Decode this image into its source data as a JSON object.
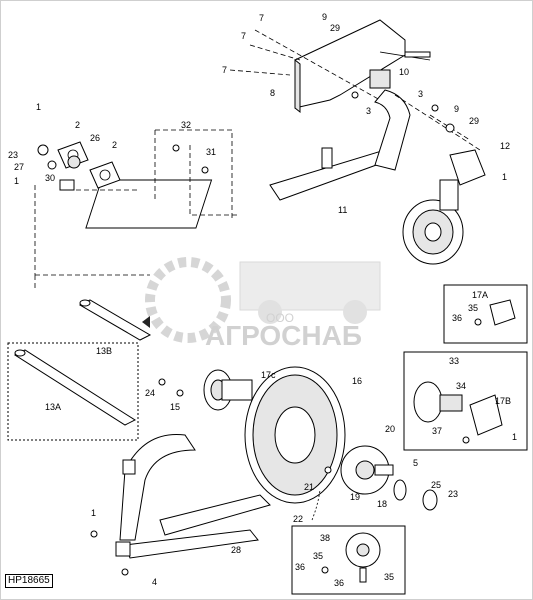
{
  "drawing_code": "HP18665",
  "watermark": {
    "ooo": "ООО",
    "brand": "АГРОСНАБ"
  },
  "callouts": {
    "c1a": "1",
    "c2a": "2",
    "c2b": "2",
    "c23a": "23",
    "c27": "27",
    "c26": "26",
    "c1b": "1",
    "c30": "30",
    "c32": "32",
    "c31": "31",
    "c7a": "7",
    "c7b": "7",
    "c7c": "7",
    "c9a": "9",
    "c29a": "29",
    "c8": "8",
    "c10": "10",
    "c3a": "3",
    "c3b": "3",
    "c9b": "9",
    "c29b": "29",
    "c12": "12",
    "c1c": "1",
    "c11": "11",
    "c13B": "13B",
    "c13A": "13A",
    "c17A": "17A",
    "c35a": "35",
    "c36a": "36",
    "c33": "33",
    "c34": "34",
    "c17B": "17B",
    "c37": "37",
    "c1d": "1",
    "c24": "24",
    "c15": "15",
    "c17c": "17c",
    "c16": "16",
    "c20": "20",
    "c5": "5",
    "c21": "21",
    "c19": "19",
    "c18": "18",
    "c25": "25",
    "c23b": "23",
    "c22": "22",
    "c1e": "1",
    "c28": "28",
    "c4": "4",
    "c38": "38",
    "c35b": "35",
    "c36b": "36",
    "c36c": "36",
    "c35c": "35"
  }
}
